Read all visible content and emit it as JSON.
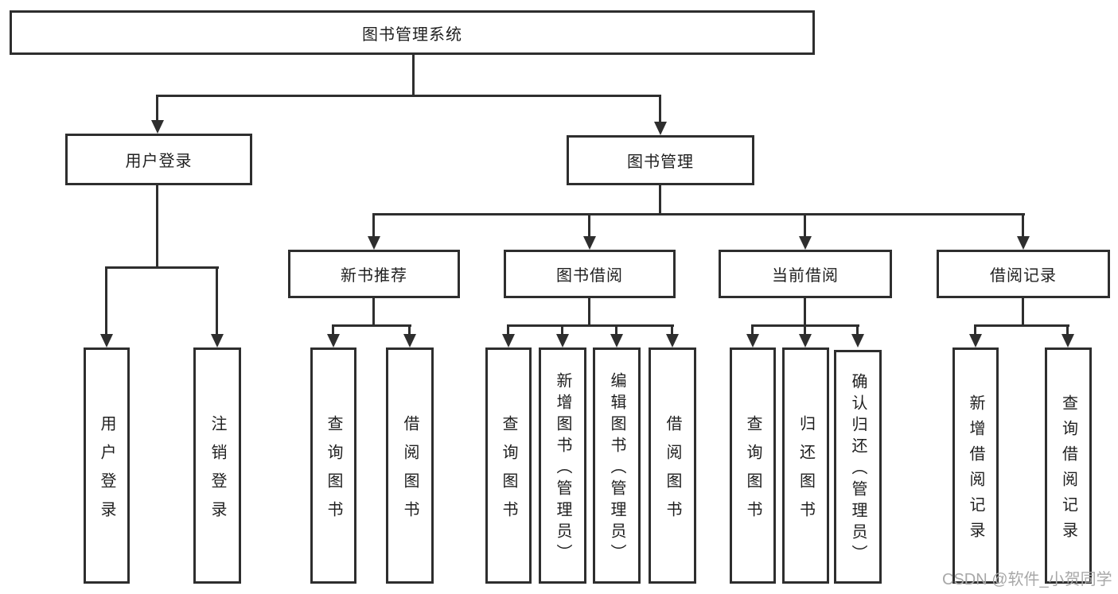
{
  "diagram": {
    "type": "hierarchy-tree",
    "root": {
      "label": "图书管理系统"
    },
    "branches": [
      {
        "label": "用户登录",
        "children": [
          {
            "label": "用户登录"
          },
          {
            "label": "注销登录"
          }
        ]
      },
      {
        "label": "图书管理",
        "children": [
          {
            "label": "新书推荐",
            "children": [
              {
                "label": "查询图书"
              },
              {
                "label": "借阅图书"
              }
            ]
          },
          {
            "label": "图书借阅",
            "children": [
              {
                "label": "查询图书"
              },
              {
                "label": "新增图书（管理员）"
              },
              {
                "label": "编辑图书（管理员）"
              },
              {
                "label": "借阅图书"
              }
            ]
          },
          {
            "label": "当前借阅",
            "children": [
              {
                "label": "查询图书"
              },
              {
                "label": "归还图书"
              },
              {
                "label": "确认归还（管理员）"
              }
            ]
          },
          {
            "label": "借阅记录",
            "children": [
              {
                "label": "新增借阅记录"
              },
              {
                "label": "查询借阅记录"
              }
            ]
          }
        ]
      }
    ]
  },
  "watermark": {
    "text": "CSDN @软件_小贺同学"
  },
  "colors": {
    "line": "#2e2e2e",
    "box_border": "#2e2e2e",
    "box_fill": "#ffffff",
    "text": "#1f1f1f",
    "watermark": "#a8a8a8",
    "background": "#ffffff"
  }
}
